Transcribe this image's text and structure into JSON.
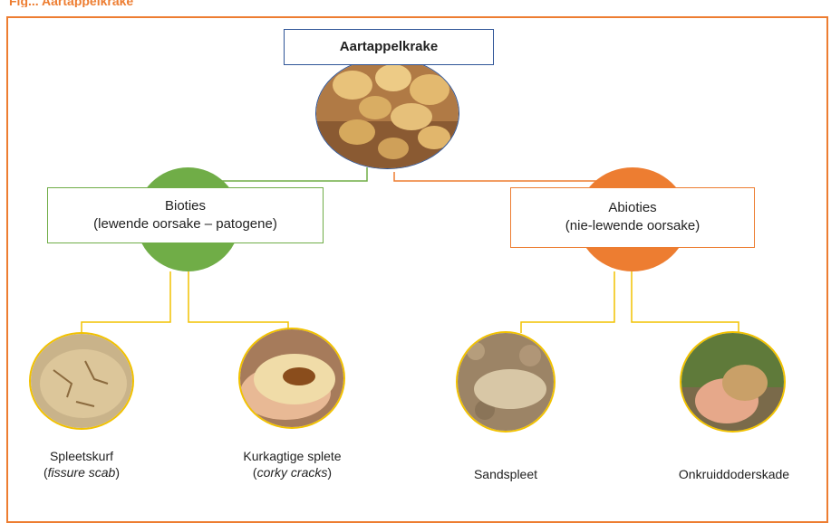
{
  "title_fragment": "Fig... Aartappelkrake",
  "root": {
    "label": "Aartappelkrake"
  },
  "biotic": {
    "line1": "Bioties",
    "line2": "(lewende oorsake – patogene)"
  },
  "abiotic": {
    "line1": "Abioties",
    "line2": "(nie-lewende oorsake)"
  },
  "leaves": [
    {
      "label": "Spleetskurf",
      "sub_open": "(",
      "sub_italic": "fissure scab",
      "sub_close": ")"
    },
    {
      "label": "Kurkagtige splete",
      "sub_open": "(",
      "sub_italic": "corky cracks",
      "sub_close": ")"
    },
    {
      "label": "Sandspleet"
    },
    {
      "label": "Onkruiddoderskade"
    }
  ],
  "colors": {
    "frame": "#ed7d31",
    "root_border": "#2f5597",
    "biotic": "#70ad47",
    "abiotic": "#ed7d31",
    "connector": "#f2c200"
  }
}
